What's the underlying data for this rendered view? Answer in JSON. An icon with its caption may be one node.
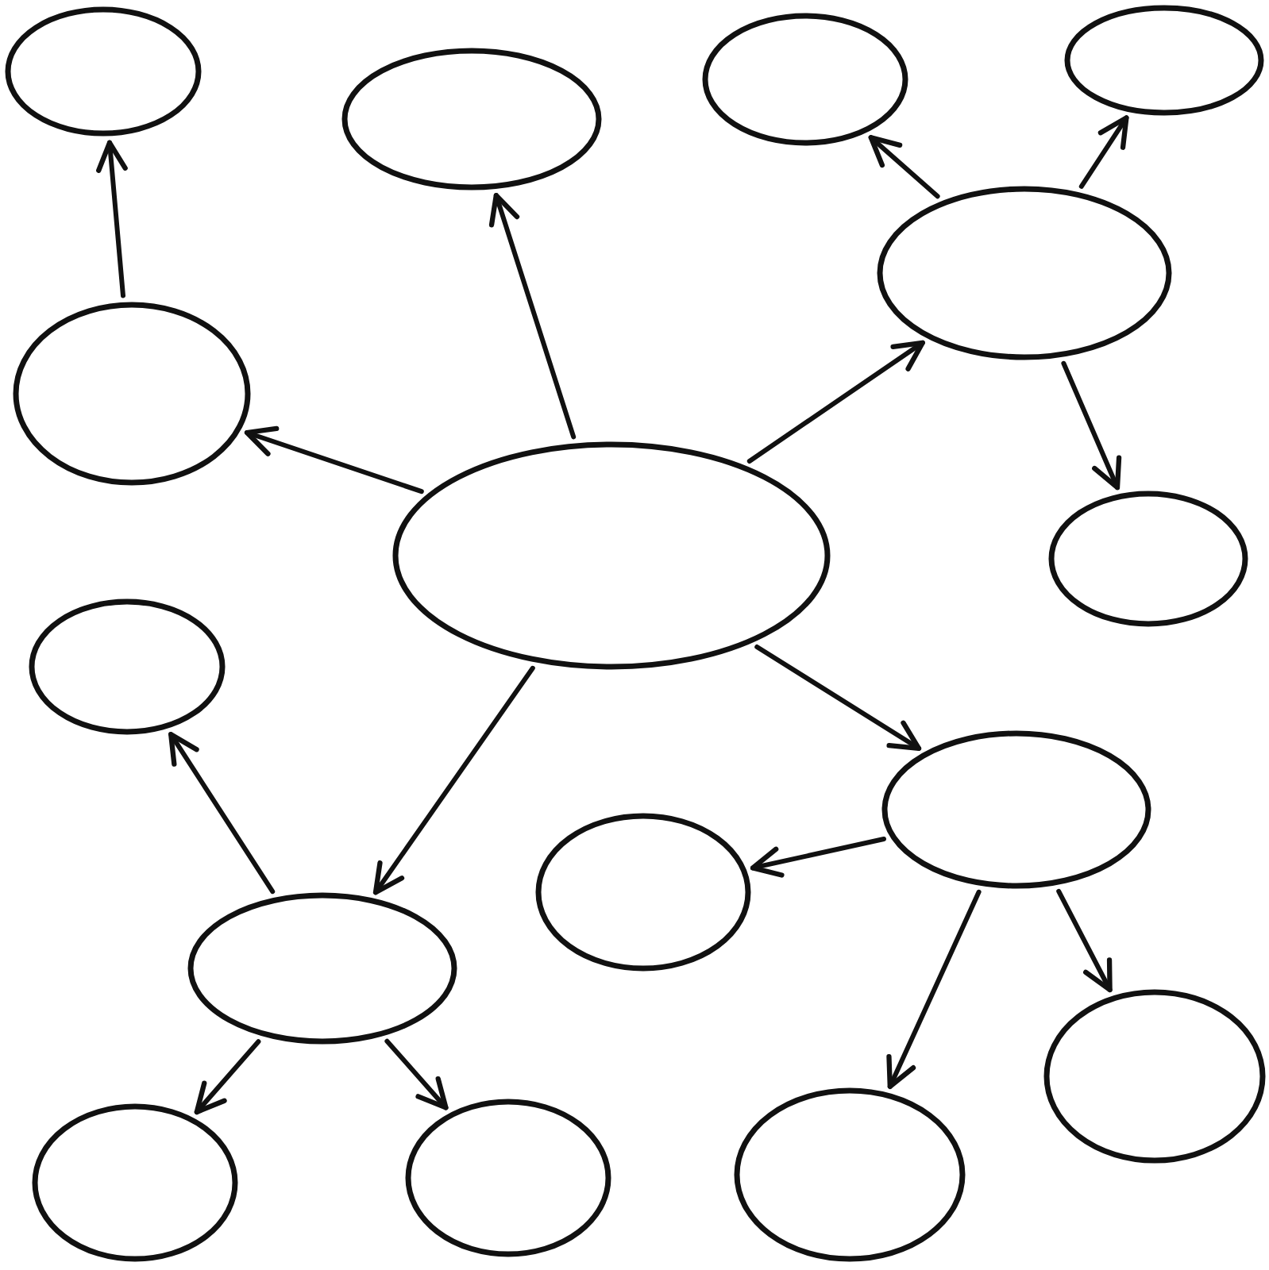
{
  "diagram": {
    "nodes": [
      {
        "text": [],
        "shape": "circle"
      },
      {
        "text": [],
        "shape": "circle"
      },
      {
        "text": [],
        "shape": "circle"
      },
      {
        "text": [],
        "shape": "circle"
      },
      {
        "text": [],
        "shape": "circle"
      },
      {
        "text": [],
        "shape": "circle"
      },
      {
        "text": [],
        "shape": "circle"
      },
      {
        "text": [],
        "shape": "circle"
      },
      {
        "text": [],
        "shape": "circle"
      },
      {
        "text": [],
        "shape": "circle"
      },
      {
        "text": [],
        "shape": "circle"
      },
      {
        "text": [],
        "shape": "circle"
      },
      {
        "text": [],
        "shape": "circle"
      },
      {
        "text": [],
        "shape": "circle"
      },
      {
        "text": [],
        "shape": "circle"
      },
      {
        "text": [],
        "shape": "circle"
      }
    ],
    "edges": [
      {
        "from": 6,
        "to": 4,
        "arrow": "to"
      },
      {
        "from": 6,
        "to": 1,
        "arrow": "to"
      },
      {
        "from": 6,
        "to": 5,
        "arrow": "to"
      },
      {
        "from": 6,
        "to": 9,
        "arrow": "to"
      },
      {
        "from": 6,
        "to": 11,
        "arrow": "to"
      },
      {
        "from": 4,
        "to": 0,
        "arrow": "to"
      },
      {
        "from": 5,
        "to": 2,
        "arrow": "to"
      },
      {
        "from": 5,
        "to": 3,
        "arrow": "to"
      },
      {
        "from": 5,
        "to": 7,
        "arrow": "to"
      },
      {
        "from": 11,
        "to": 8,
        "arrow": "to"
      },
      {
        "from": 11,
        "to": 13,
        "arrow": "to"
      },
      {
        "from": 11,
        "to": 14,
        "arrow": "to"
      },
      {
        "from": 9,
        "to": 10,
        "arrow": "to"
      },
      {
        "from": 9,
        "to": 15,
        "arrow": "to"
      },
      {
        "from": 9,
        "to": 12,
        "arrow": "to"
      }
    ]
  }
}
